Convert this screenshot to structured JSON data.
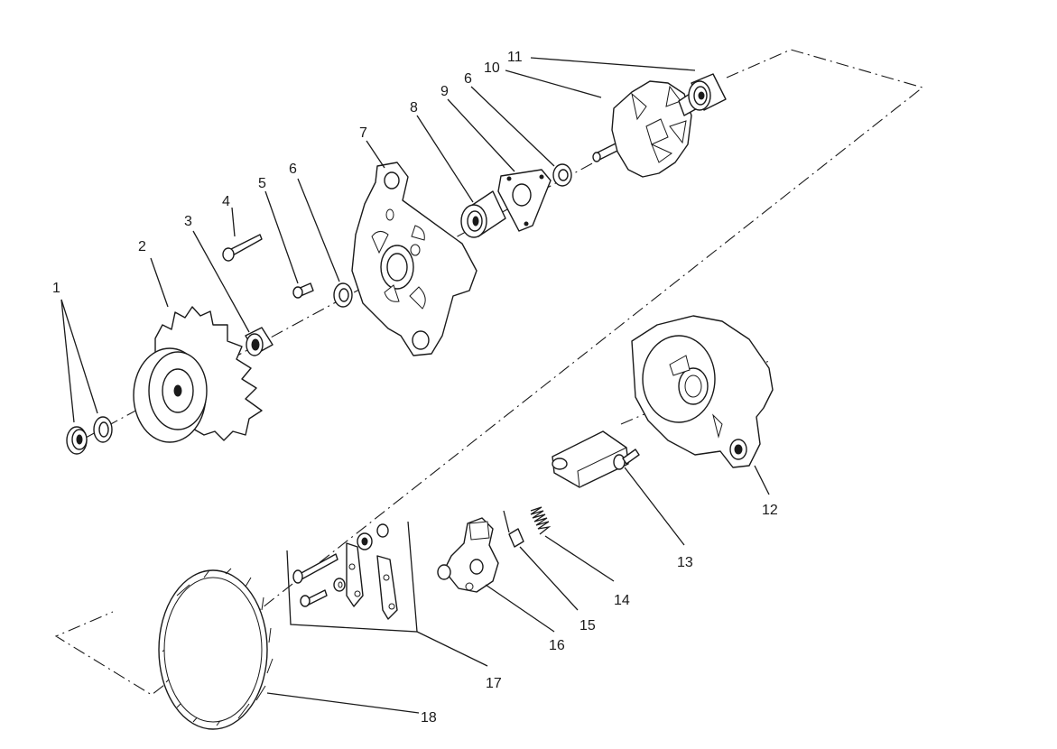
{
  "labels": {
    "l1": "1",
    "l2": "2",
    "l3": "3",
    "l4": "4",
    "l5": "5",
    "l6a": "6",
    "l6b": "6",
    "l7": "7",
    "l8": "8",
    "l9": "9",
    "l10": "10",
    "l11": "11",
    "l12": "12",
    "l13": "13",
    "l14": "14",
    "l15": "15",
    "l16": "16",
    "l17": "17",
    "l18": "18"
  },
  "colors": {
    "ink": "#1a1a1a",
    "paper": "#ffffff"
  }
}
